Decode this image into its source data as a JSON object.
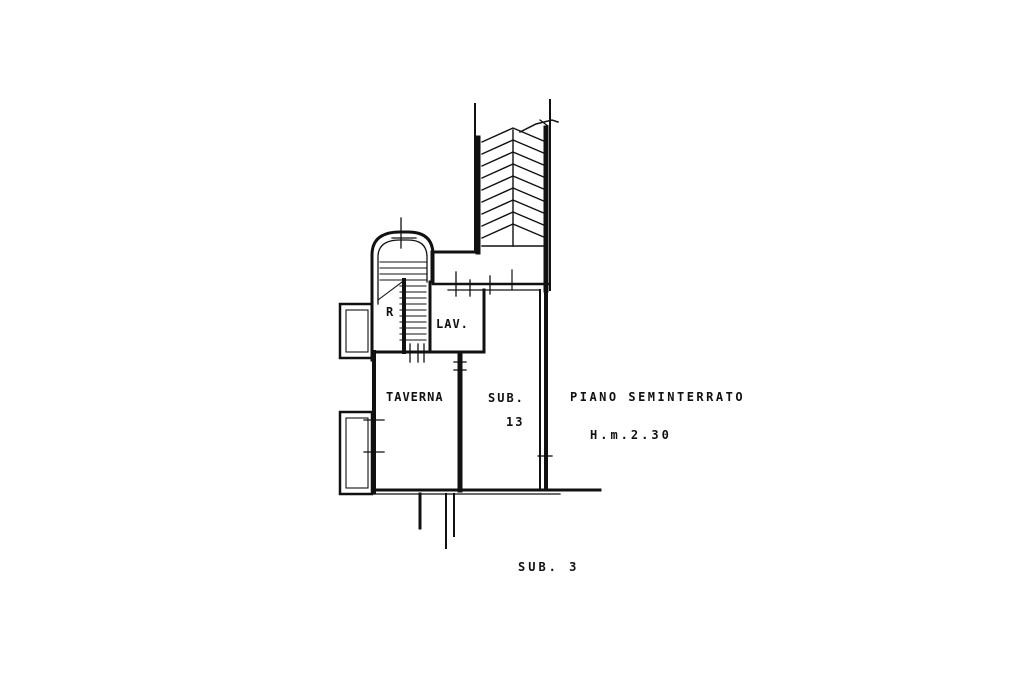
{
  "rooms": {
    "r_label": "R",
    "lav_label": "LAV.",
    "taverna_label": "TAVERNA",
    "sub_label": "SUB.",
    "sub_number": "13"
  },
  "floor": {
    "name": "PIANO SEMINTERRATO",
    "height": "H.m.2.30"
  },
  "footer": {
    "sub_ref": "SUB. 3"
  },
  "colors": {
    "ink": "#111111",
    "paper": "#ffffff"
  }
}
